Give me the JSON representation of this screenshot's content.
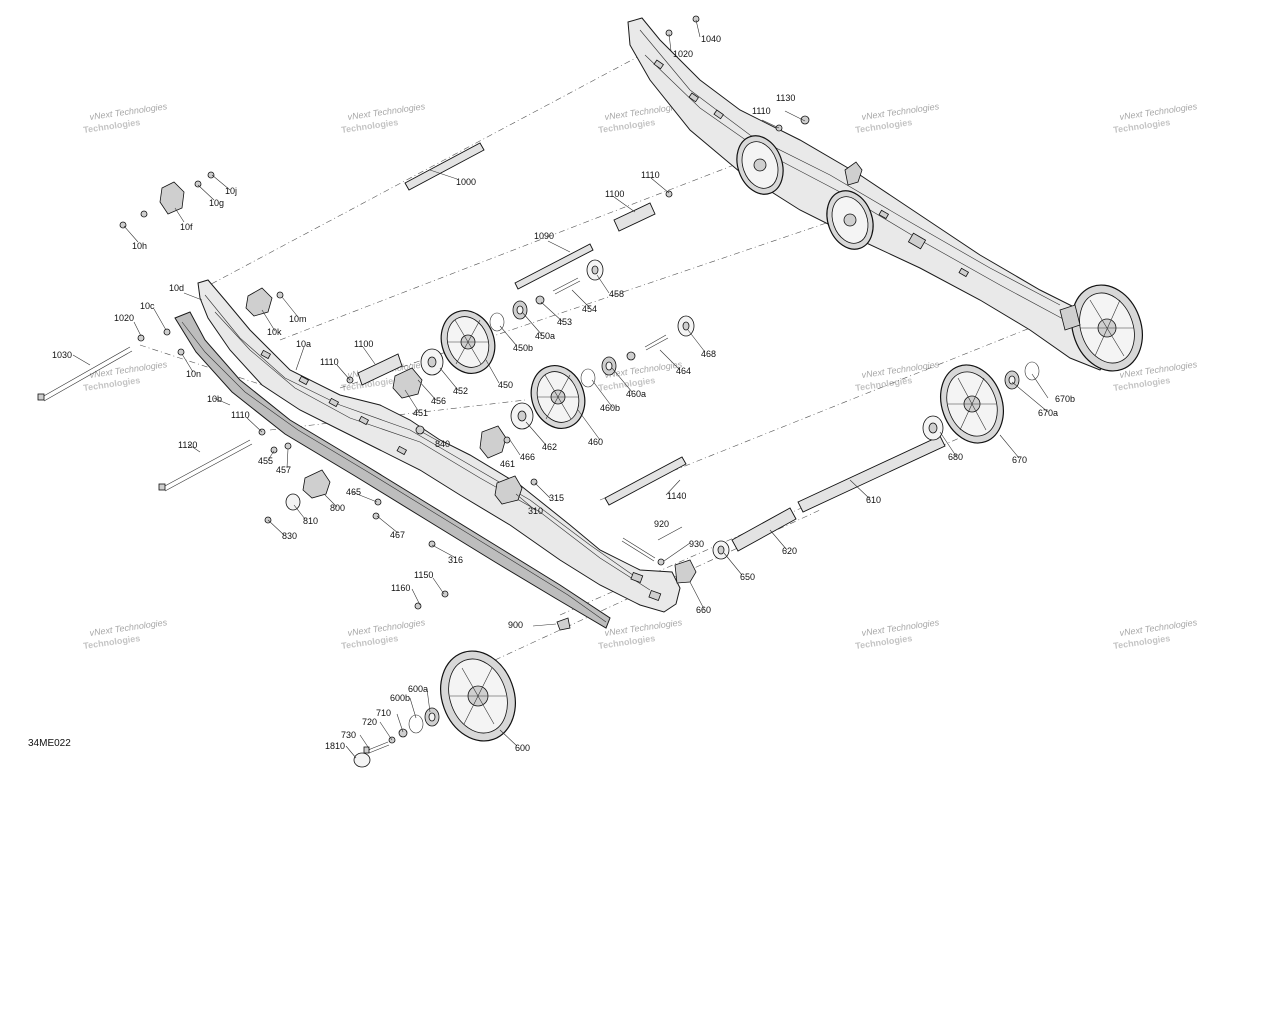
{
  "diagram": {
    "id_code": "34ME022",
    "watermark": {
      "line1": "vNext Technologies",
      "line2": "Technologies"
    },
    "callouts": [
      "1040",
      "1020",
      "1130",
      "1110",
      "1000",
      "10j",
      "10g",
      "10f",
      "10h",
      "1110",
      "1100",
      "1090",
      "458",
      "454",
      "453",
      "450a",
      "450b",
      "450",
      "10d",
      "10m",
      "10k",
      "10c",
      "1020",
      "10a",
      "1100",
      "1110",
      "1030",
      "10n",
      "10b",
      "452",
      "451",
      "456",
      "468",
      "464",
      "460a",
      "460b",
      "460",
      "462",
      "466",
      "461",
      "840",
      "1110",
      "1120",
      "455",
      "457",
      "465",
      "800",
      "810",
      "830",
      "467",
      "315",
      "310",
      "316",
      "1140",
      "670b",
      "670a",
      "670",
      "680",
      "610",
      "920",
      "930",
      "620",
      "650",
      "660",
      "1150",
      "1160",
      "900",
      "600a",
      "600b",
      "710",
      "720",
      "730",
      "1810",
      "600"
    ]
  }
}
